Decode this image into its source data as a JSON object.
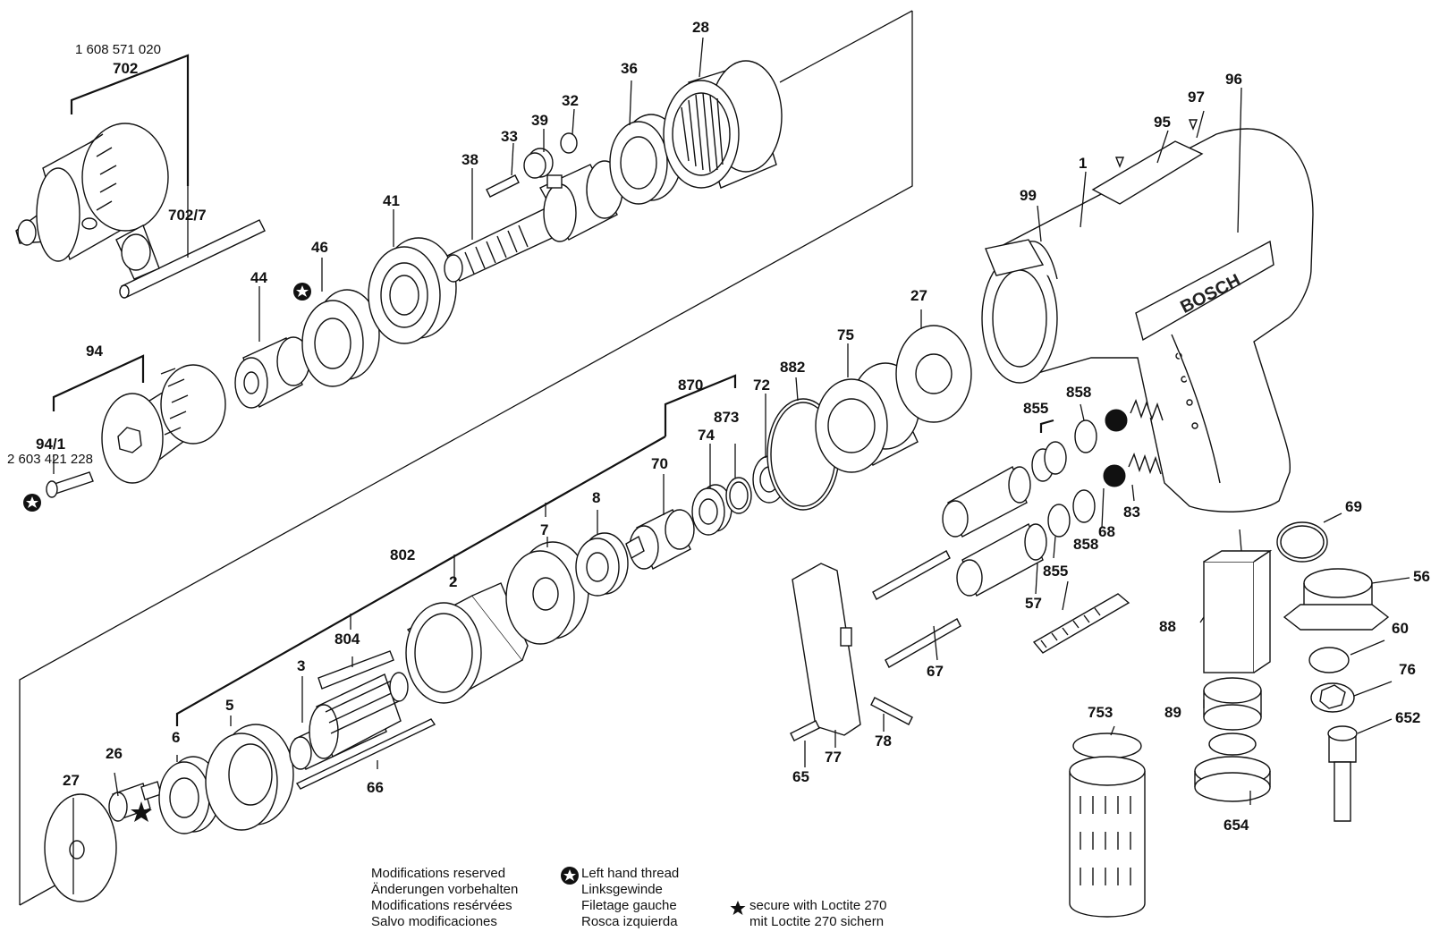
{
  "labels": {
    "chuck_spec_number": "1 608 571 020",
    "p702": "702",
    "p702_7": "702/7",
    "p28": "28",
    "p36": "36",
    "p32": "32",
    "p39": "39",
    "p33": "33",
    "p38": "38",
    "p41": "41",
    "p46": "46",
    "p44": "44",
    "p94": "94",
    "p94_1": "94/1",
    "chuck2_spec_number": "2 603 421 228",
    "p96": "96",
    "p97": "97",
    "p95": "95",
    "p1": "1",
    "p99": "99",
    "p27_top": "27",
    "p75": "75",
    "p882": "882",
    "p72": "72",
    "p870": "870",
    "p873": "873",
    "p74": "74",
    "p70": "70",
    "p8": "8",
    "p7": "7",
    "p802": "802",
    "p2": "2",
    "p804": "804",
    "p3": "3",
    "p5": "5",
    "p6": "6",
    "p26": "26",
    "p27_bottom": "27",
    "p66": "66",
    "p855_top": "855",
    "p858_top": "858",
    "p858_bottom": "858",
    "p68": "68",
    "p83": "83",
    "p855_bottom": "855",
    "p57": "57",
    "p67": "67",
    "p77": "77",
    "p78": "78",
    "p65": "65",
    "p88": "88",
    "p89": "89",
    "p654": "654",
    "p753": "753",
    "p69": "69",
    "p56": "56",
    "p60": "60",
    "p76": "76",
    "p652": "652"
  },
  "brand": "BOSCH",
  "notes": {
    "modifications": [
      "Modifications reserved",
      "Änderungen vorbehalten",
      "Modifications resérvées",
      "Salvo modificaciones"
    ],
    "left_hand_thread": [
      "Left hand thread",
      "Linksgewinde",
      "Filetage gauche",
      "Rosca izquierda"
    ],
    "loctite": [
      "secure with Loctite 270",
      "mit Loctite 270 sichern"
    ]
  },
  "icons": {
    "left_hand_thread_symbol": "star-in-circle-icon",
    "loctite_symbol": "black-star-icon"
  }
}
